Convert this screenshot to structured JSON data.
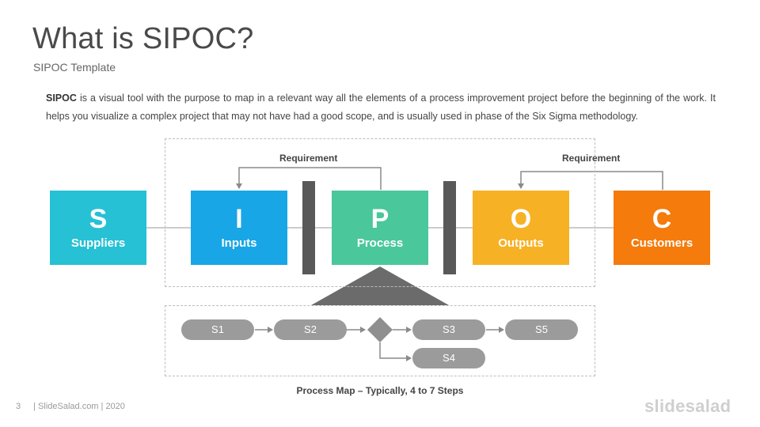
{
  "header": {
    "title": "What is SIPOC?",
    "subtitle": "SIPOC Template"
  },
  "description": {
    "term": "SIPOC",
    "text": " is a visual tool with the purpose to map in a relevant way all the elements of a process improvement project before the beginning of the work. It helps you visualize a complex project that may not have had a good scope, and is usually used in phase of the Six Sigma methodology."
  },
  "sipoc": [
    {
      "letter": "S",
      "label": "Suppliers",
      "color": "#26c1d4"
    },
    {
      "letter": "I",
      "label": "Inputs",
      "color": "#18a6e6"
    },
    {
      "letter": "P",
      "label": "Process",
      "color": "#4bc79c"
    },
    {
      "letter": "O",
      "label": "Outputs",
      "color": "#f7b125"
    },
    {
      "letter": "C",
      "label": "Customers",
      "color": "#f47b0c"
    }
  ],
  "requirements": {
    "left": "Requirement",
    "right": "Requirement"
  },
  "process_map": {
    "steps": [
      "S1",
      "S2",
      "S3",
      "S5",
      "S4"
    ],
    "caption": "Process Map – Typically,  4 to 7 Steps"
  },
  "footer": {
    "page_number": "3",
    "source": "| SlideSalad.com | 2020",
    "brand": "slidesalad"
  },
  "colors": {
    "dark_bar": "#595959",
    "connector": "#8a8a8a",
    "pill": "#9b9b9b"
  }
}
